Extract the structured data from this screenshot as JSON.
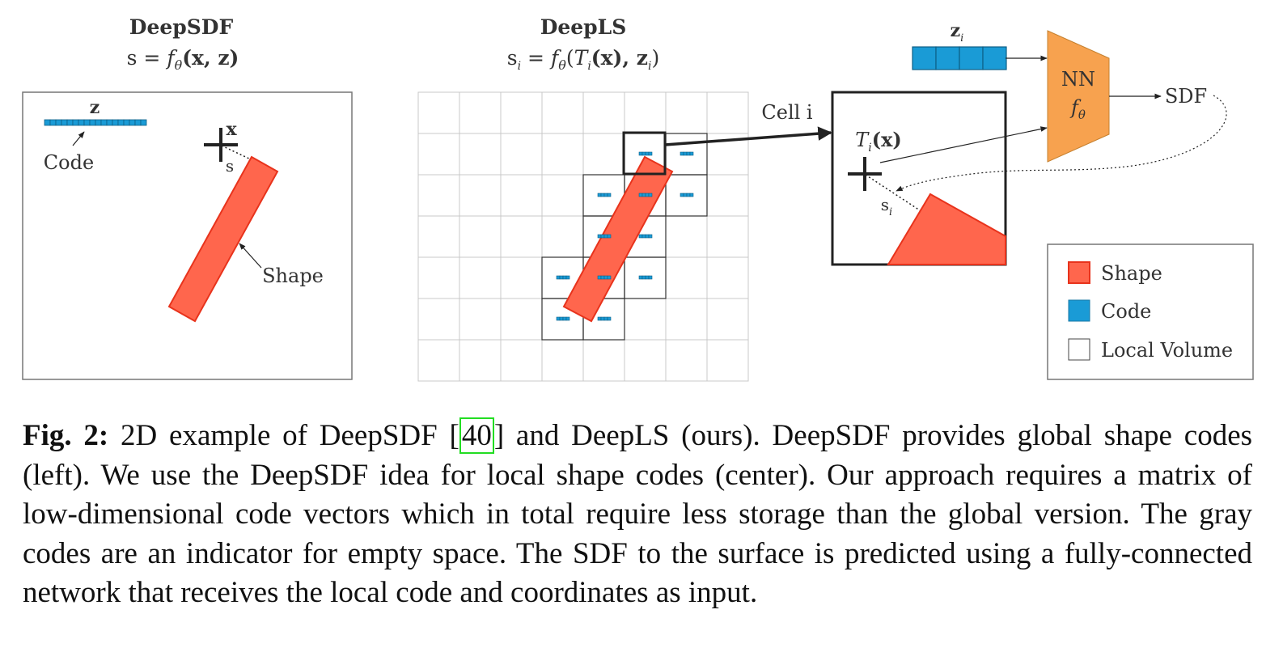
{
  "colors": {
    "shape": "#ff664d",
    "shape_stroke": "#e8331c",
    "code": "#1a9bd6",
    "nn": "#f7a24f",
    "citation_box": "#22dd22"
  },
  "deepsdf": {
    "title": "DeepSDF",
    "formula": {
      "lhs": "s",
      "eq": "=",
      "f": "f",
      "theta": "θ",
      "args": "(x, z)"
    },
    "code_label": "z",
    "code_name": "Code",
    "point_label": "x",
    "sdf_label": "s",
    "shape_label": "Shape"
  },
  "deepls": {
    "title": "DeepLS",
    "formula": {
      "lhs": "s",
      "sub": "i",
      "eq": "=",
      "f": "f",
      "theta": "θ",
      "args_open": "(",
      "T": "T",
      "args_mid": "(x), z",
      "args_close": ")"
    }
  },
  "detail": {
    "cell_label": "Cell i",
    "code_label": "z",
    "code_sub": "i",
    "transform_label": "T",
    "transform_arg": "(x)",
    "transform_sub": "i",
    "sdf_label": "s",
    "sdf_sub": "i",
    "nn_label": "NN",
    "nn_f": "f",
    "nn_theta": "θ",
    "output_label": "SDF"
  },
  "legend": [
    {
      "label": "Shape",
      "icon": "shape-swatch"
    },
    {
      "label": "Code",
      "icon": "code-swatch"
    },
    {
      "label": "Local Volume",
      "icon": "local-volume-swatch"
    }
  ],
  "caption": {
    "label": "Fig. 2:",
    "text_before": " 2D example of DeepSDF ",
    "cite_open": "[",
    "cite": "40",
    "cite_close": "]",
    "text_after": " and DeepLS (ours). DeepSDF provides global shape codes (left). We use the DeepSDF idea for local shape codes (center). Our approach requires a matrix of low-dimensional code vectors which in total require less storage than the global version. The gray codes are an indicator for empty space. The SDF to the surface is predicted using a fully-connected network that receives the local code and coordinates as input."
  }
}
